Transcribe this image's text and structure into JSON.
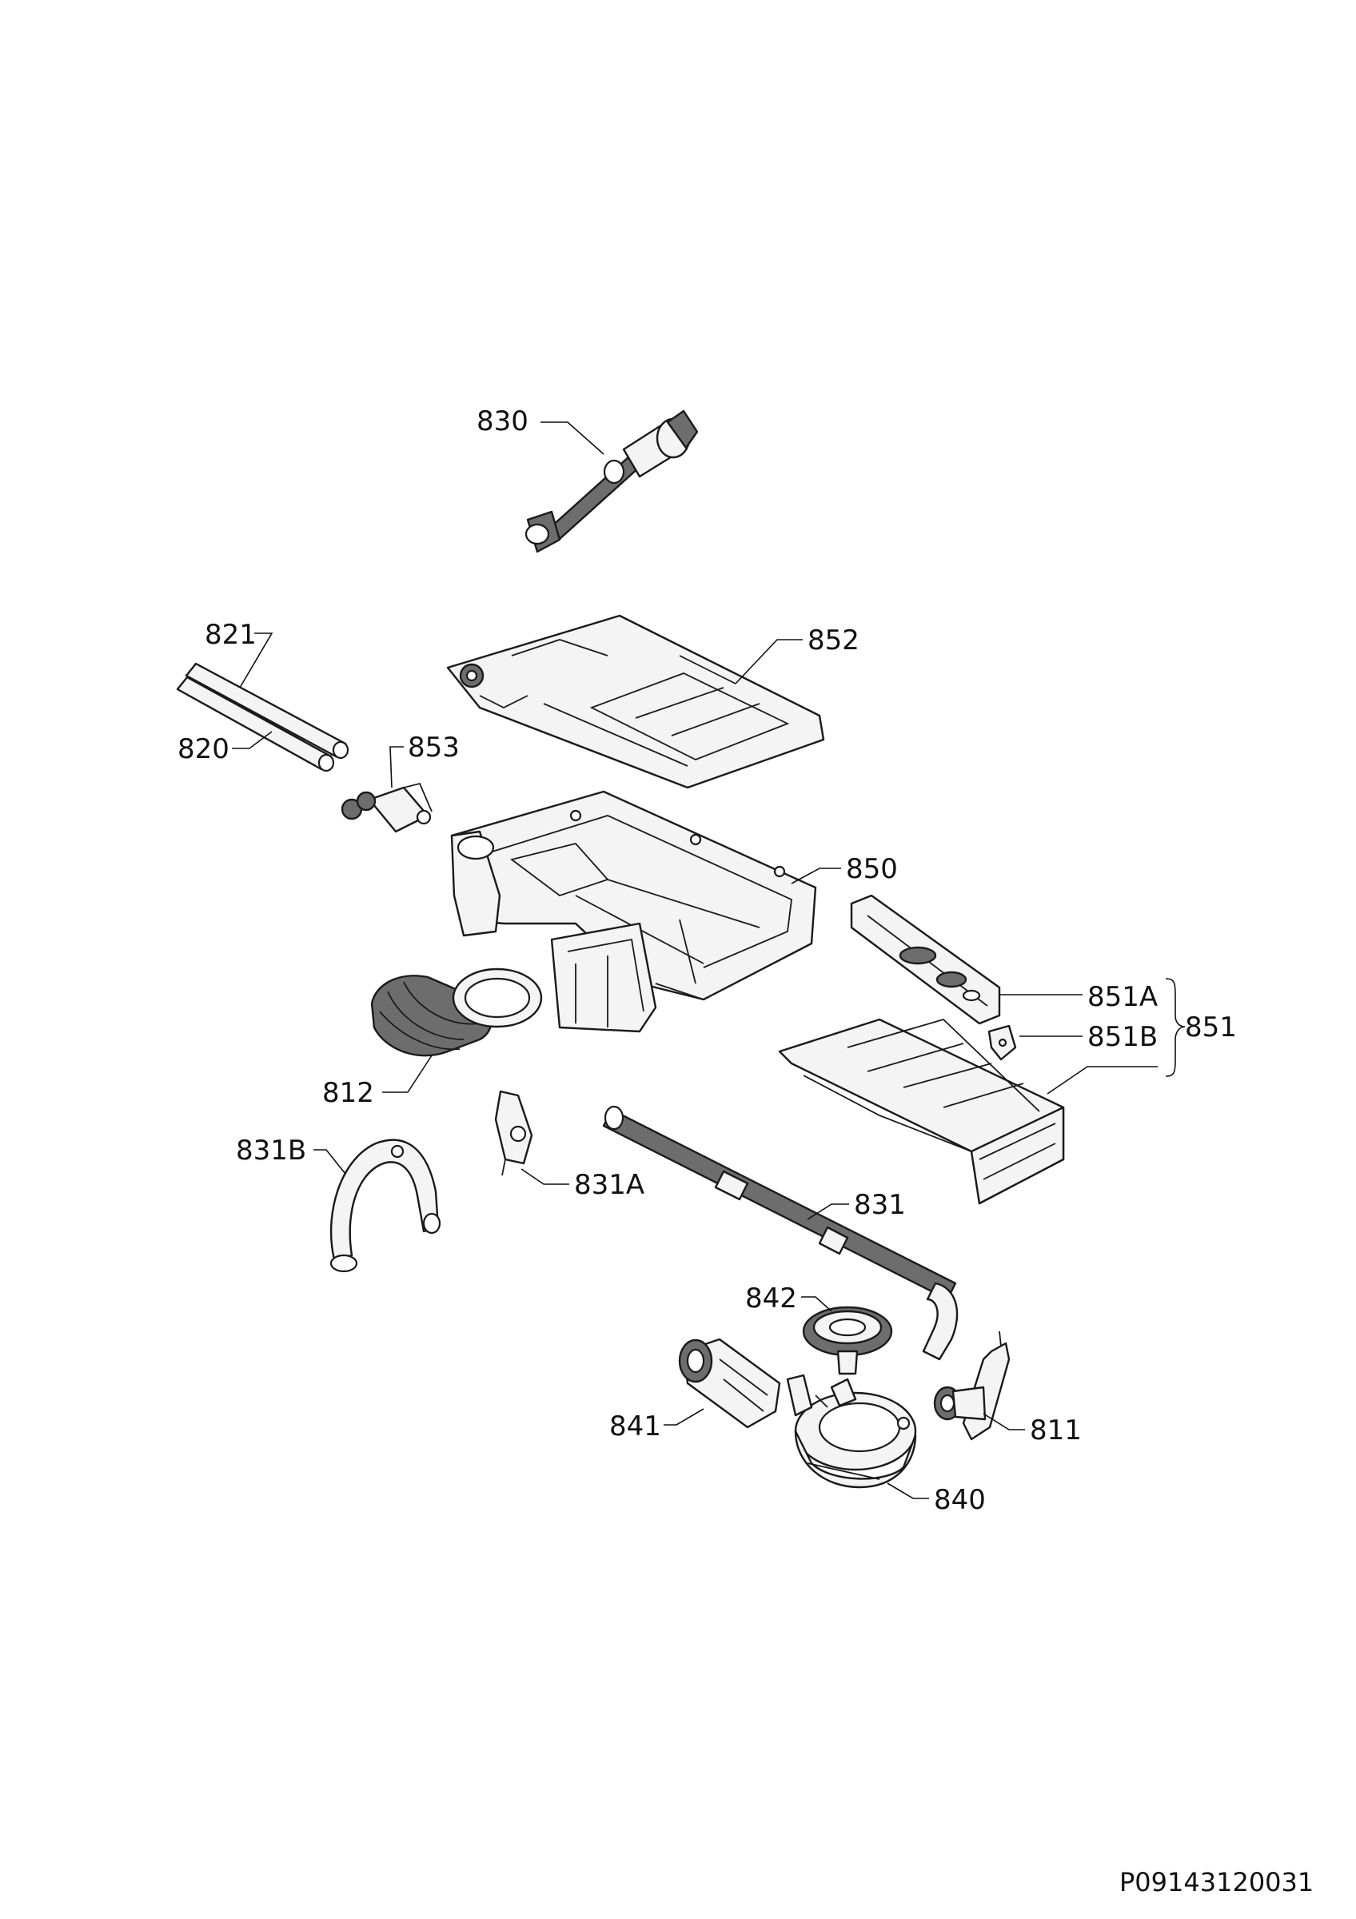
{
  "labels": {
    "p830": "830",
    "p852": "852",
    "p821": "821",
    "p820": "820",
    "p853": "853",
    "p850": "850",
    "p851A": "851A",
    "p851B": "851B",
    "p851": "851",
    "p812": "812",
    "p831B": "831B",
    "p831A": "831A",
    "p831": "831",
    "p842": "842",
    "p841": "841",
    "p811": "811",
    "p840": "840"
  },
  "document_code": "P09143120031"
}
